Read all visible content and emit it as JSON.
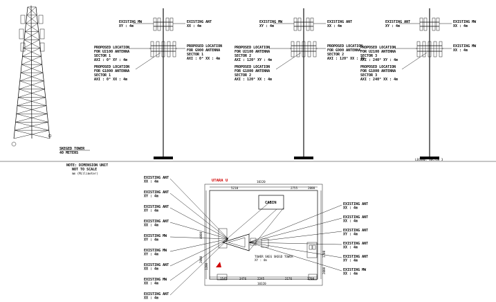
{
  "tower": {
    "title": "SKEGED TOWER",
    "height": "40 METERS"
  },
  "notes": {
    "line1": "NOTE: DIMENSION UNIT",
    "line2": "NOT TO SCALE",
    "line3": "mm (Millimeter)"
  },
  "poles": [
    {
      "existing_left": [
        "EXISTING MW",
        "XY : 4m"
      ],
      "existing_right": [
        "EXISTING ANT",
        "XX : 4m"
      ],
      "proposed_right": [
        "PROPOSED LOCATION",
        "FOR G900 ANTENNA",
        "SECTOR 1",
        "AXI : 0° XX : 4m"
      ],
      "proposed_left_top": [
        "PROPOSED LOCATION",
        "FOR U2100 ANTENNA",
        "SECTOR 1",
        "AXI : 0° XY : 4m"
      ],
      "proposed_left_bottom": [
        "PROPOSED LOCATION",
        "FOR G1800 ANTENNA",
        "SECTOR 1",
        "AXI : 0° XX : 4m"
      ]
    },
    {
      "existing_left": [
        "EXISTING MW",
        "XY : 4m"
      ],
      "existing_right": [
        "EXISTING ANT",
        "XX : 4m"
      ],
      "proposed_right": [
        "PROPOSED LOCATION",
        "FOR G900 ANTENNA",
        "SECTOR 2",
        "AXI : 120° XX : 4m"
      ],
      "proposed_left_top": [
        "PROPOSED LOCATION",
        "FOR U2100 ANTENNA",
        "SECTOR 2",
        "AXI : 120° XY : 4m"
      ],
      "proposed_left_bottom": [
        "PROPOSED LOCATION",
        "FOR G1800 ANTENNA",
        "SECTOR 2",
        "AXI : 120° XX : 4m"
      ]
    },
    {
      "existing_left": [
        "EXISTING ANT",
        "XY : 4m"
      ],
      "existing_right": [
        "EXISTING MW",
        "XX : 4m"
      ],
      "proposed_right": [
        "EXISTING MW",
        "XX : 4m"
      ],
      "proposed_left_top": [
        "PROPOSED LOCATION",
        "FOR U2100 ANTENNA",
        "SECTOR 3",
        "AXI : 240° XY : 4m"
      ],
      "proposed_left_bottom": [
        "PROPOSED LOCATION",
        "FOR G1800 ANTENNA",
        "SECTOR 3",
        "AXI : 240° XX : 4m"
      ]
    }
  ],
  "pole_footer": "LEGEND: SECTOR 3",
  "plan": {
    "north_label": "UTARA",
    "north_symbol": "U",
    "cabin_label": "CABIN",
    "tower_label": [
      "TOWER SKEG SKEGD TOWER",
      "XY : 4m"
    ],
    "top_dims": [
      "5210",
      "2755",
      "2000"
    ],
    "top_total": "10320",
    "bottom_dims": [
      "1545",
      "3476",
      "2245",
      "2176",
      "1700"
    ],
    "bottom_total": "10320",
    "left_dims": [
      "4000",
      "2000",
      "1200"
    ],
    "left_labels": [
      [
        "EXISTING ANT",
        "XX : 4m"
      ],
      [
        "EXISTING ANT",
        "XY : 4m"
      ],
      [
        "EXISTING ANT",
        "XY : 4m"
      ],
      [
        "EXISTING ANT",
        "XX : 4m"
      ],
      [
        "EXISTING MW",
        "XY : 4m"
      ],
      [
        "EXISTING MW",
        "XY : 4m"
      ],
      [
        "EXISTING ANT",
        "XX : 4m"
      ],
      [
        "EXISTING MW",
        "XX : 4m"
      ],
      [
        "EXISTING ANT",
        "XX : 4m"
      ]
    ],
    "right_labels": [
      [
        "EXISTING ANT",
        "XX : 4m"
      ],
      [
        "EXISTING ANT",
        "XX : 4m"
      ],
      [
        "EXISTING ANT",
        "XY : 4m"
      ],
      [
        "EXISTING ANT",
        "XX : 4m"
      ],
      [
        "EXISTING ANT",
        "XY : 4m"
      ],
      [
        "EXISTING MW",
        "XX : 4m"
      ]
    ],
    "right_dims": [
      "1700",
      "2000"
    ]
  }
}
